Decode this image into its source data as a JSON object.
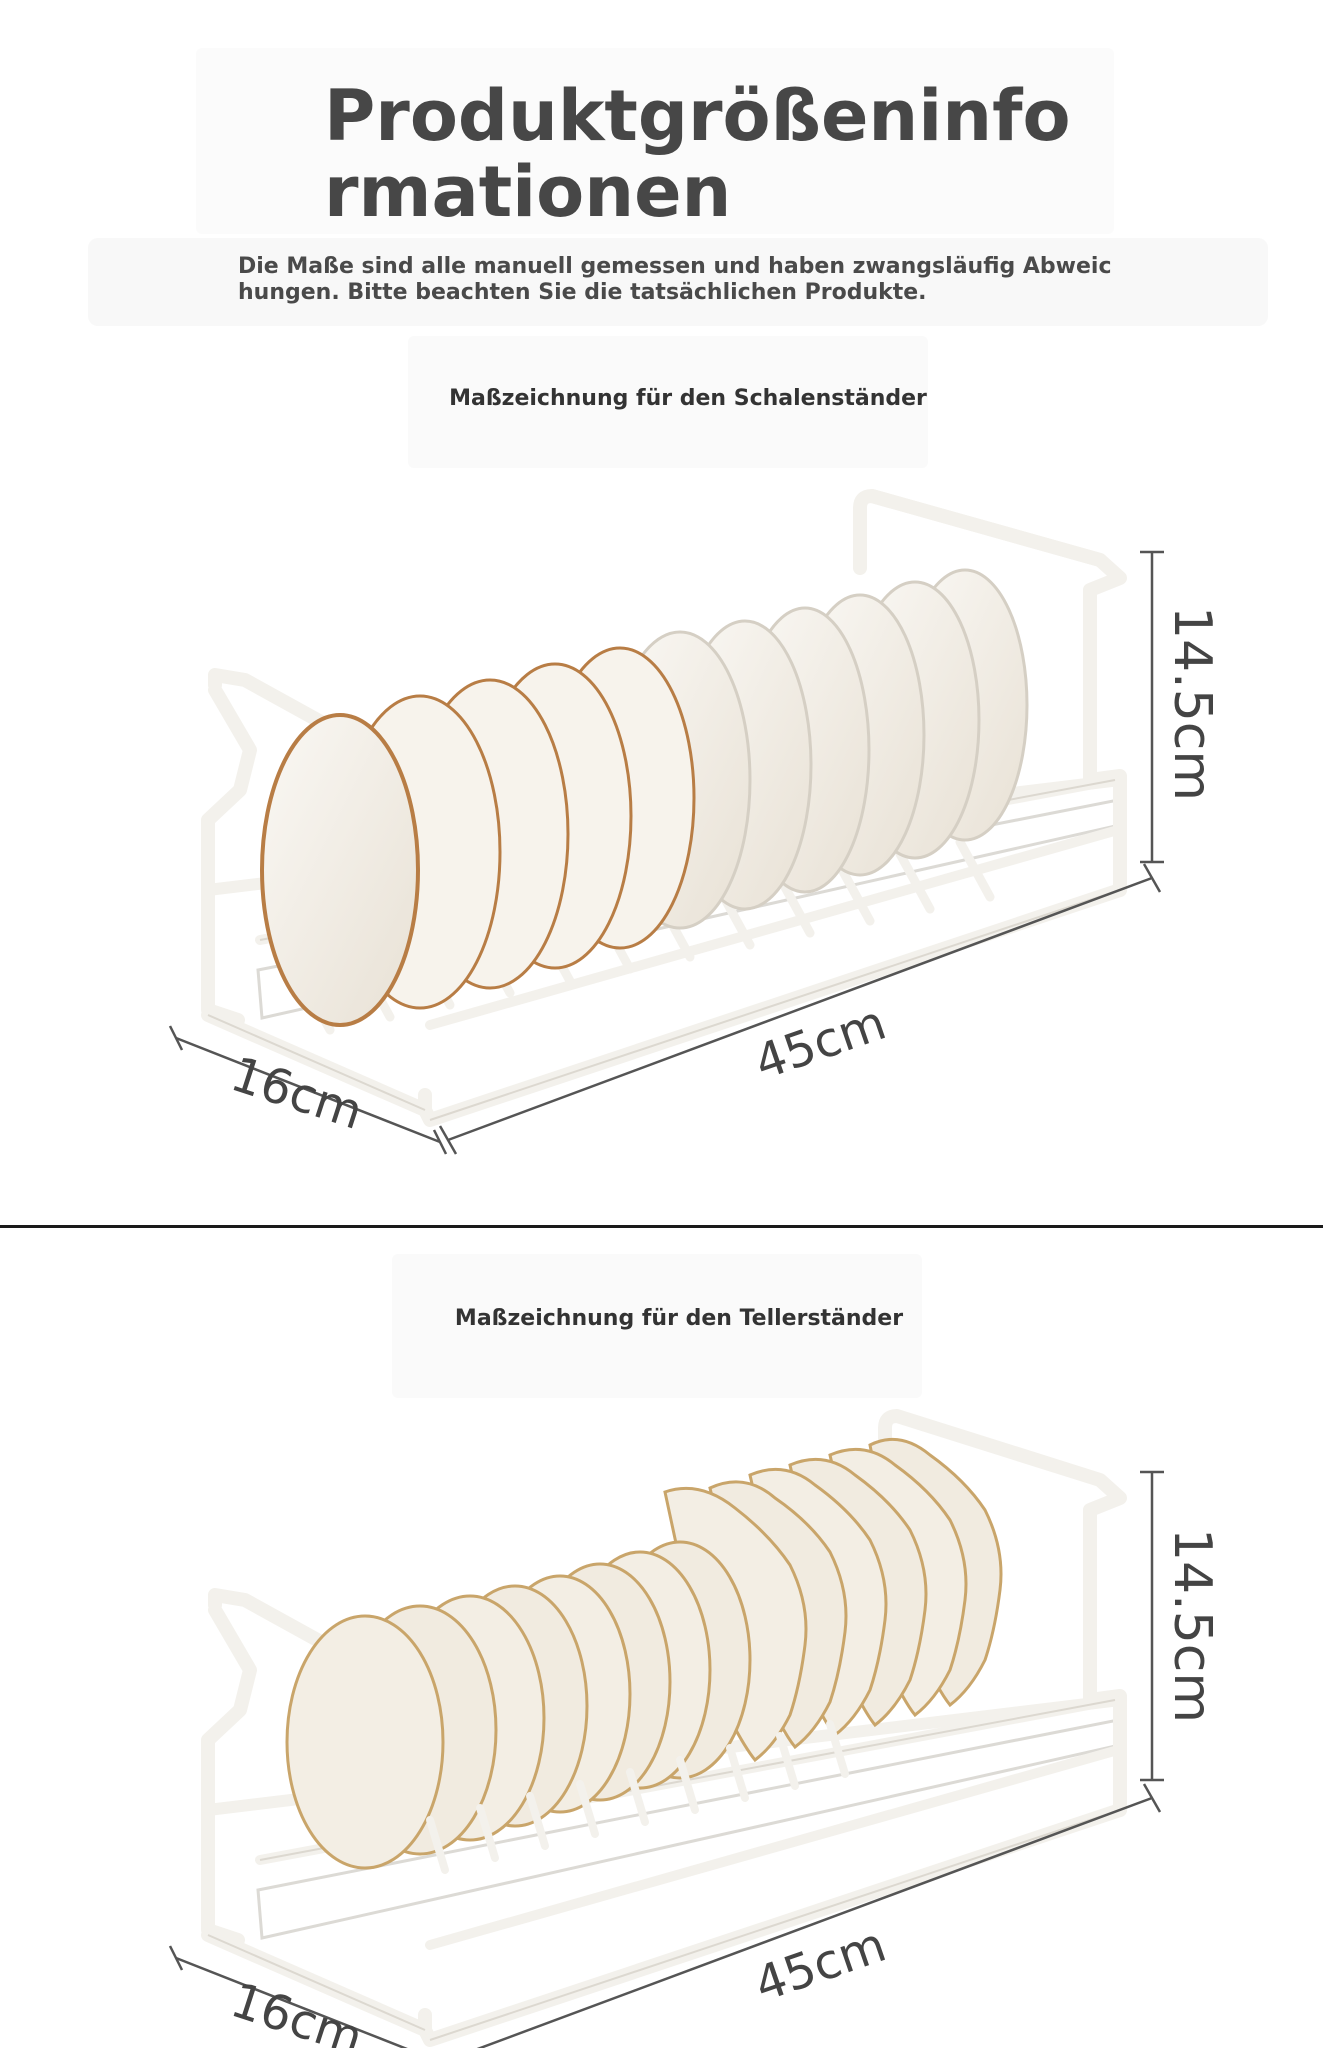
{
  "header": {
    "title_line1": "Produktgrößeninfo",
    "title_line2": "rmationen",
    "note": "Die Maße sind alle manuell gemessen und haben zwangsläufig Abweichungen. Bitte beachten Sie die tatsächlichen Produkte."
  },
  "drawings": [
    {
      "caption": "Maßzeichnung für den Schalenständer",
      "height_label": "14.5cm",
      "length_label": "45cm",
      "depth_label": "16cm"
    },
    {
      "caption": "Maßzeichnung für den Tellerständer",
      "height_label": "14.5cm",
      "length_label": "45cm",
      "depth_label": "16cm"
    }
  ],
  "colors": {
    "rack": "#f5f3ee",
    "rack_outline": "#d8d5cf",
    "dish": "#efe8dc",
    "bowl_rim": "#b87d45",
    "plate_rim": "#c9a56a",
    "dimension_line": "#555555"
  }
}
